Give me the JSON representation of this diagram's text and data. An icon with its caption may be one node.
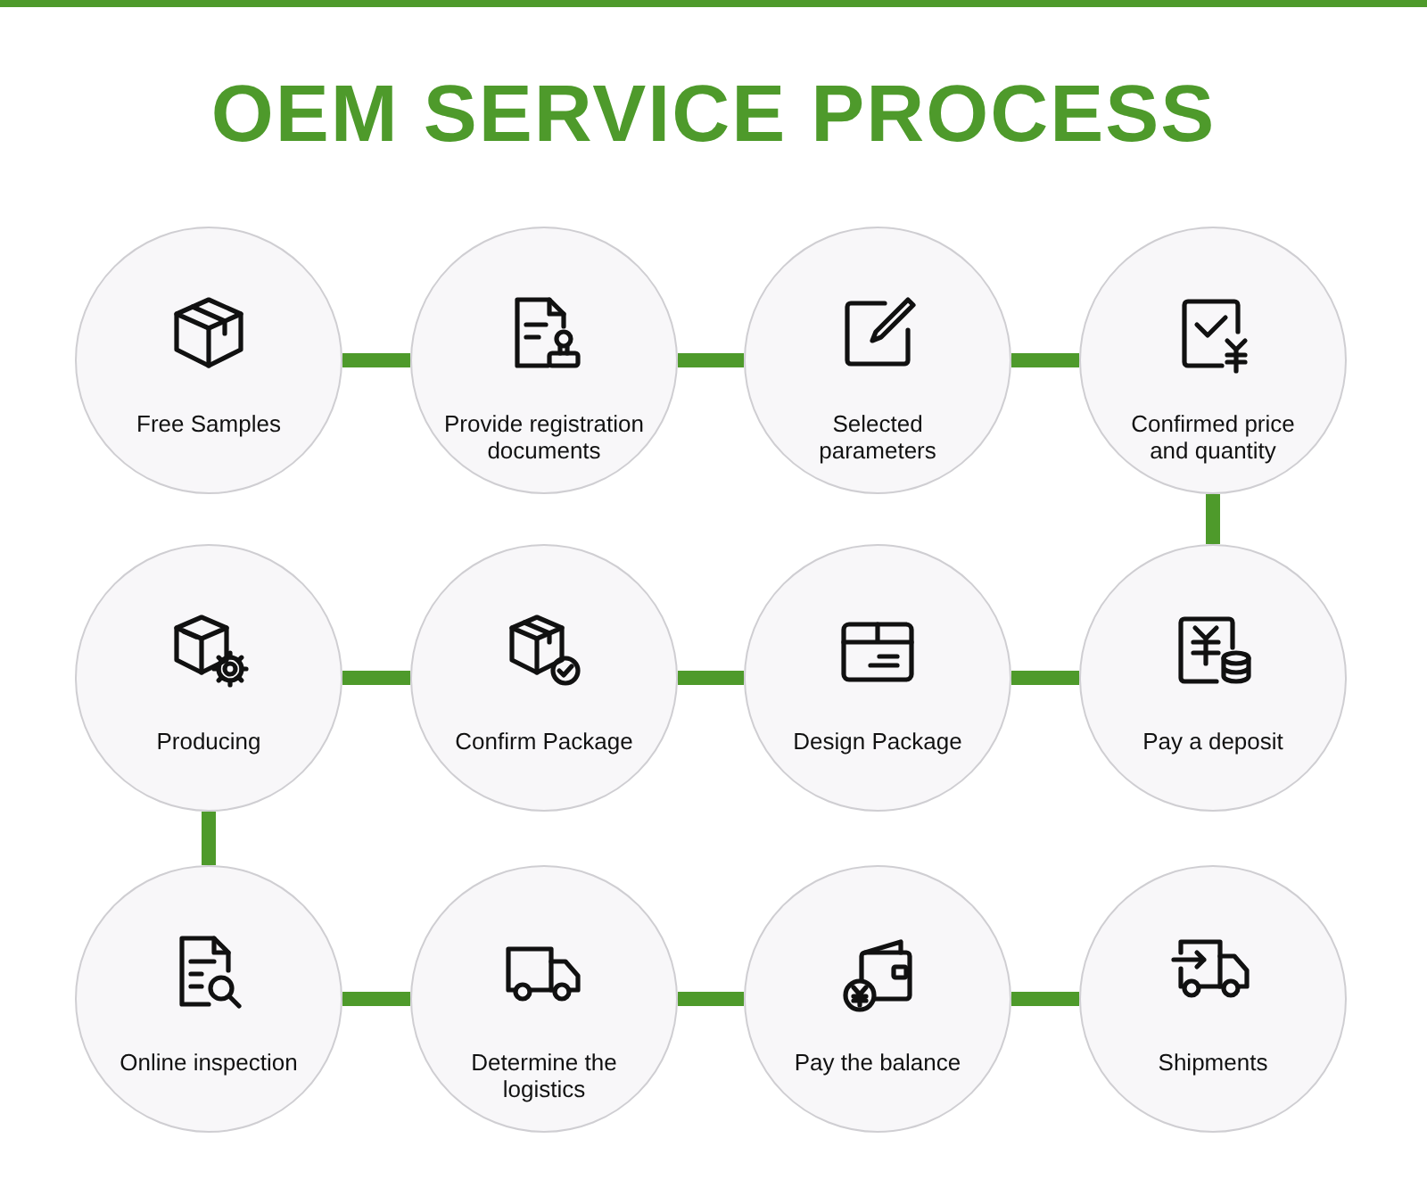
{
  "diagram": {
    "title": "OEM SERVICE PROCESS",
    "nodes": [
      {
        "text": [
          "Free Samples"
        ]
      },
      {
        "text": [
          "Provide registration documents"
        ]
      },
      {
        "text": [
          "Selected parameters"
        ]
      },
      {
        "text": [
          "Confirmed price and quantity"
        ]
      },
      {
        "text": [
          "Producing"
        ]
      },
      {
        "text": [
          "Confirm Package"
        ]
      },
      {
        "text": [
          "Design Package"
        ]
      },
      {
        "text": [
          "Pay a deposit"
        ]
      },
      {
        "text": [
          "Online inspection"
        ]
      },
      {
        "text": [
          "Determine the logistics"
        ]
      },
      {
        "text": [
          "Pay the balance"
        ]
      },
      {
        "text": [
          "Shipments"
        ]
      }
    ],
    "edges": [
      {
        "from": 0,
        "to": 1,
        "arrow": "none"
      },
      {
        "from": 1,
        "to": 2,
        "arrow": "none"
      },
      {
        "from": 2,
        "to": 3,
        "arrow": "none"
      },
      {
        "from": 3,
        "to": 7,
        "arrow": "none"
      },
      {
        "from": 7,
        "to": 6,
        "arrow": "none"
      },
      {
        "from": 6,
        "to": 5,
        "arrow": "none"
      },
      {
        "from": 5,
        "to": 4,
        "arrow": "none"
      },
      {
        "from": 4,
        "to": 8,
        "arrow": "none"
      },
      {
        "from": 8,
        "to": 9,
        "arrow": "none"
      },
      {
        "from": 9,
        "to": 10,
        "arrow": "none"
      },
      {
        "from": 10,
        "to": 11,
        "arrow": "none"
      }
    ]
  }
}
